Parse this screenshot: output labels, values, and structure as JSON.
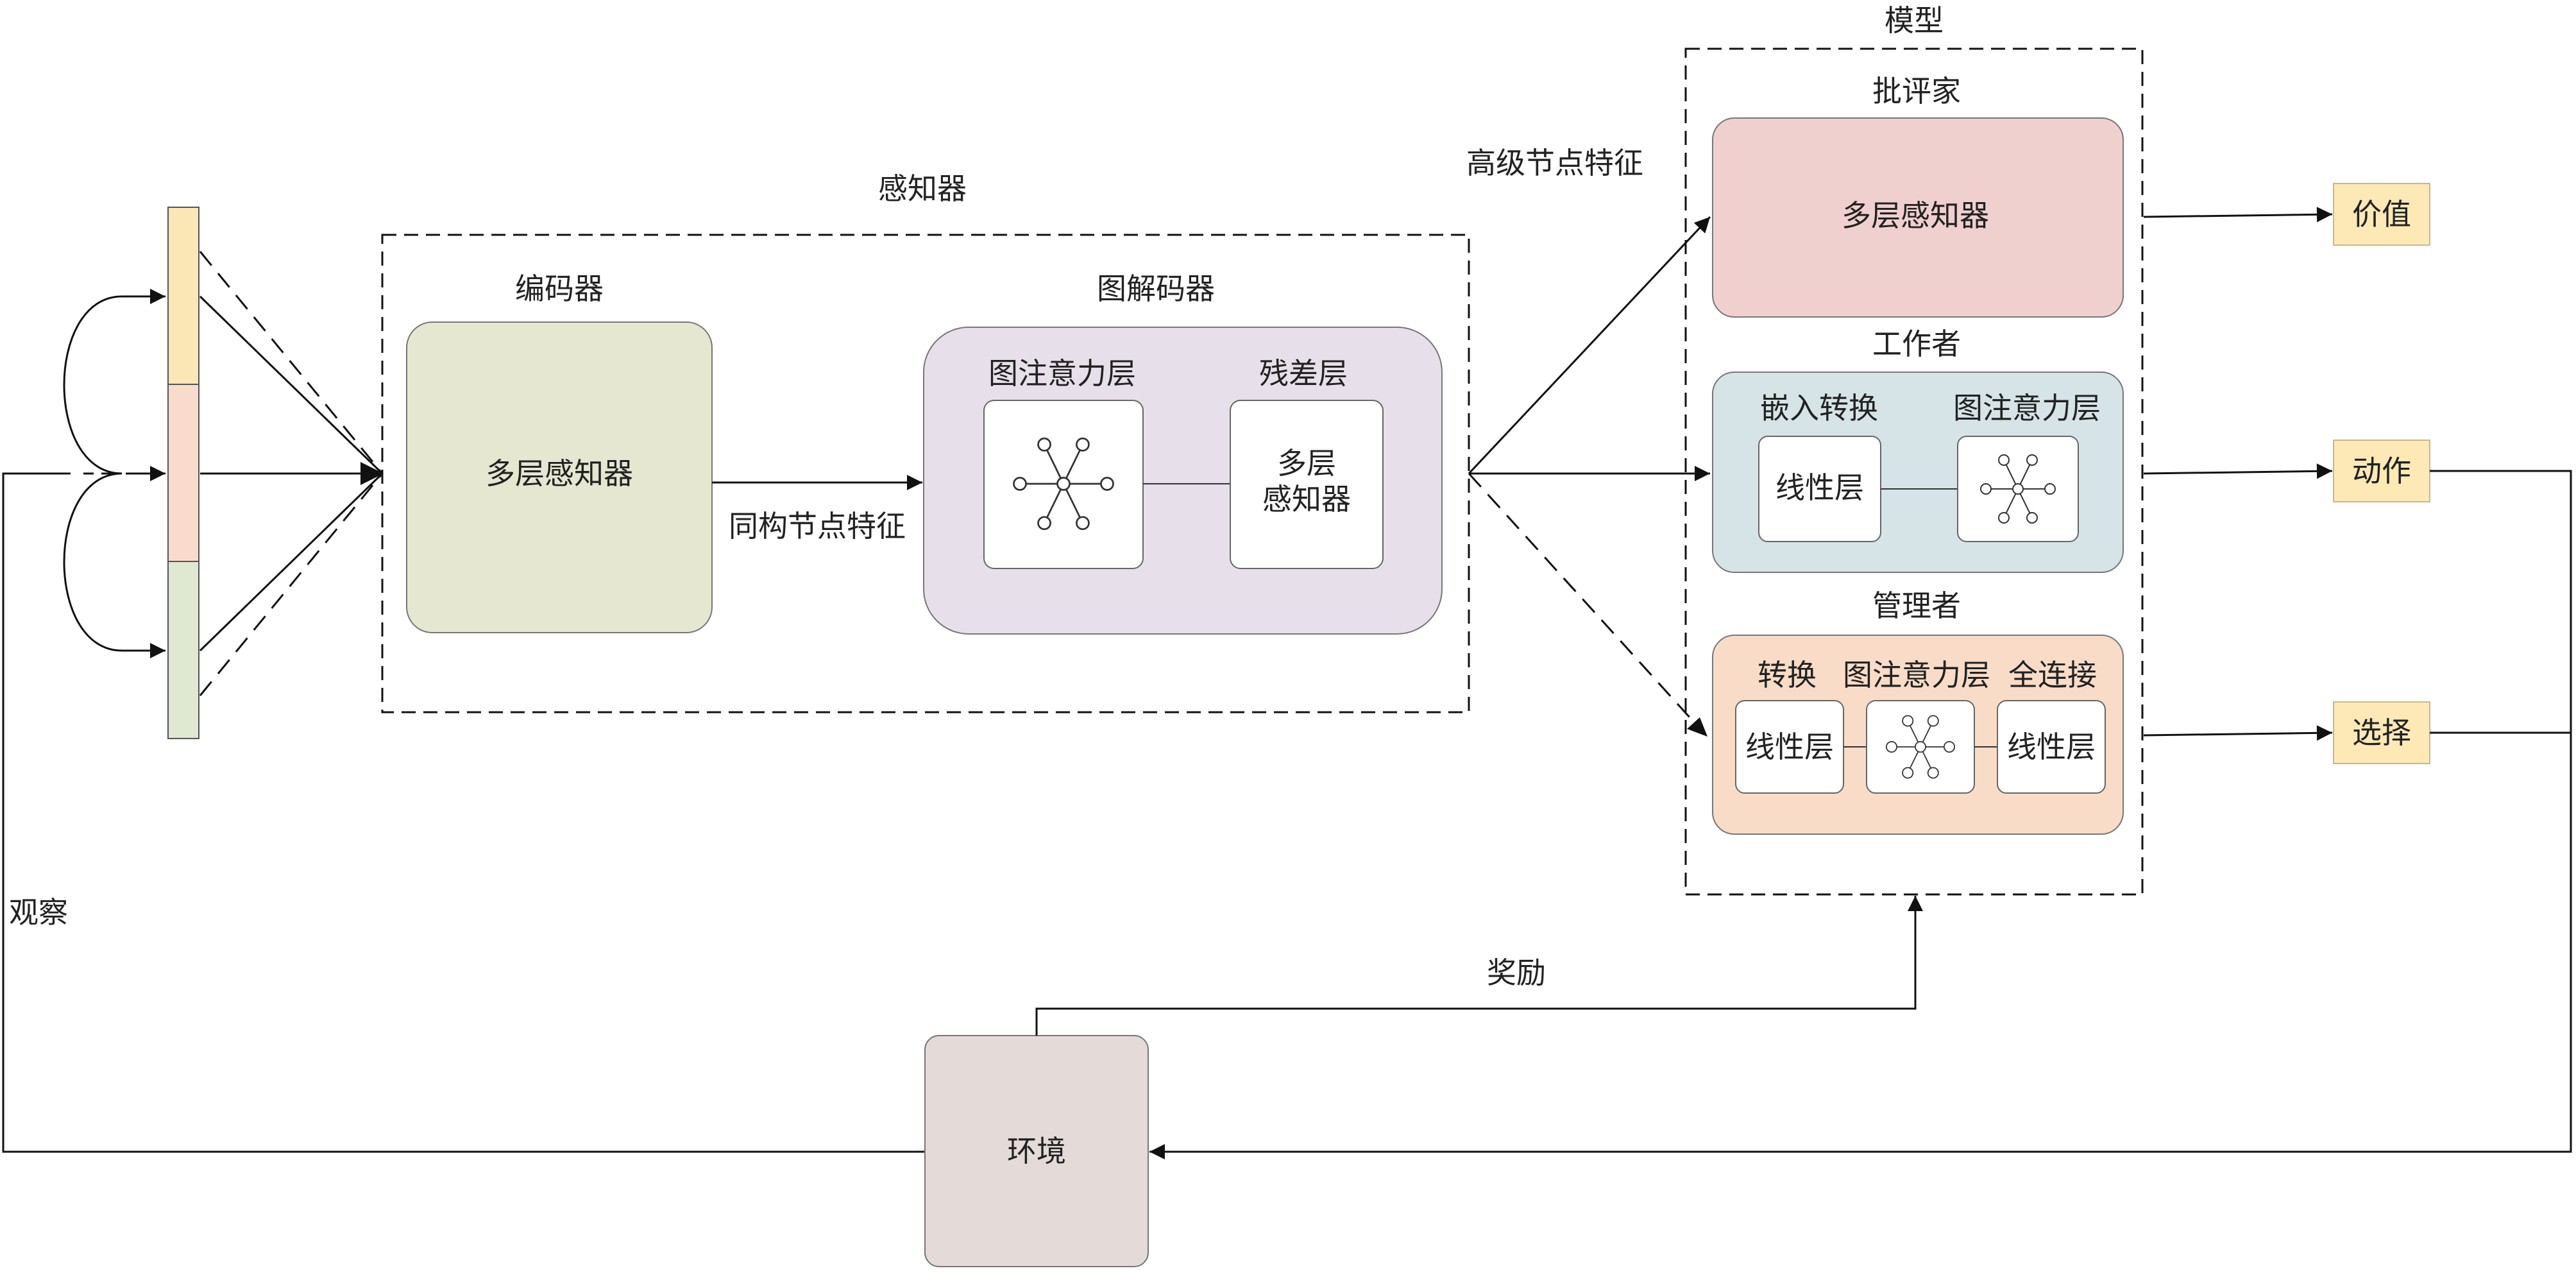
{
  "title": "模型",
  "perceptor": {
    "label": "感知器",
    "encoder": {
      "label": "编码器",
      "box": "多层感知器"
    },
    "graph_decoder": {
      "label": "图解码器",
      "attention_label": "图注意力层",
      "residual_label": "残差层",
      "residual_box": [
        "多层",
        "感知器"
      ]
    },
    "edge_label": "同构节点特征"
  },
  "high_level_label": "高级节点特征",
  "critic": {
    "label": "批评家",
    "box": "多层感知器"
  },
  "worker": {
    "label": "工作者",
    "embed_label": "嵌入转换",
    "attn_label": "图注意力层",
    "linear": "线性层"
  },
  "manager": {
    "label": "管理者",
    "convert_label": "转换",
    "attn_label": "图注意力层",
    "fc_label": "全连接",
    "linear_left": "线性层",
    "linear_right": "线性层"
  },
  "outputs": {
    "value": "价值",
    "action": "动作",
    "choice": "选择"
  },
  "environment": "环境",
  "observation": "观察",
  "reward": "奖励",
  "colors": {
    "critic": "#f0d0cf",
    "worker": "#d6e4e7",
    "manager": "#f8dcc8",
    "encoder": "#e6e7d1",
    "decoder": "#e7e0ea",
    "env": "#e4dbd9",
    "output": "#fde9b6",
    "obs_top": "#fbe6b6",
    "obs_mid": "#f8dbcd",
    "obs_bot": "#dfe8d1"
  }
}
